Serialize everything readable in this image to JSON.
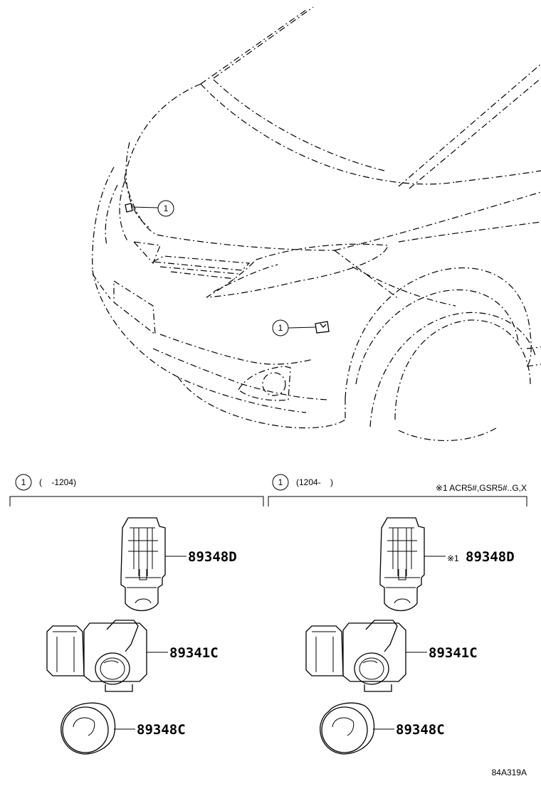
{
  "callouts": {
    "ref": "1"
  },
  "sections": [
    {
      "ref": "1",
      "range": "(    -1204)"
    },
    {
      "ref": "1",
      "range": "(1204-    )"
    }
  ],
  "note": "※1 ACR5#,GSR5#..G,X",
  "parts": {
    "left": {
      "retainer": "89348D",
      "sensor": "89341C",
      "cover": "89348C"
    },
    "right": {
      "retainer_prefix": "※1",
      "retainer": "89348D",
      "sensor": "89341C",
      "cover": "89348C"
    }
  },
  "figure_code": "84A319A"
}
